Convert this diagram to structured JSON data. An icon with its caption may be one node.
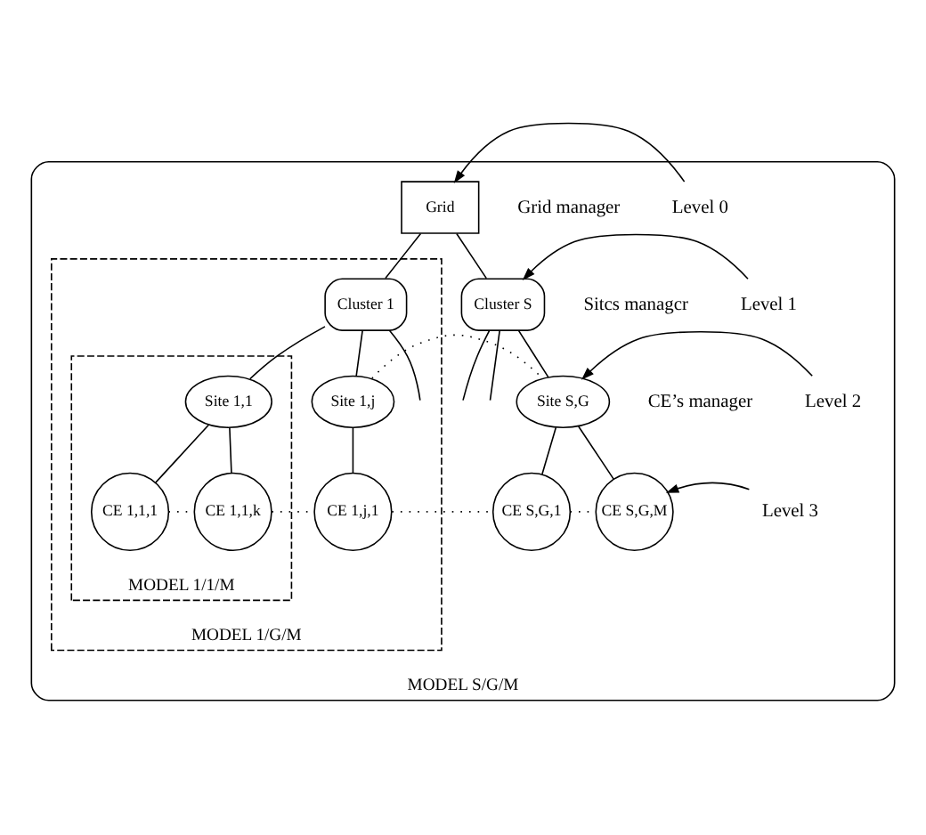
{
  "diagram": {
    "nodes": [
      {
        "text": [
          "MODEL S/G/M"
        ]
      },
      {
        "text": [
          "MODEL 1/G/M"
        ],
        "in": 0
      },
      {
        "text": [
          "MODEL 1/1/M"
        ],
        "in": 1
      },
      {
        "text": [
          "Grid"
        ],
        "in": 0
      },
      {
        "text": [
          "Cluster 1"
        ],
        "in": 1
      },
      {
        "text": [
          "Cluster S"
        ],
        "in": 0
      },
      {
        "text": [
          "Site 1,1"
        ],
        "in": 2
      },
      {
        "text": [
          "Site 1,j"
        ],
        "in": 1
      },
      {
        "text": [
          "Site S,G"
        ],
        "in": 0
      },
      {
        "text": [
          "CE 1,1,1"
        ],
        "in": 2
      },
      {
        "text": [
          "CE 1,1,k"
        ],
        "in": 2
      },
      {
        "text": [
          "CE 1,j,1"
        ],
        "in": 1
      },
      {
        "text": [
          "CE S,G,1"
        ],
        "in": 0
      },
      {
        "text": [
          "CE S,G,M"
        ],
        "in": 0
      },
      {
        "text": [
          "Level 0"
        ],
        "in": 0
      },
      {
        "text": [
          "Level 1"
        ],
        "in": 0
      },
      {
        "text": [
          "Level 2"
        ],
        "in": 0
      },
      {
        "text": [
          "Level 3"
        ],
        "in": 0
      }
    ],
    "edges": [
      {
        "from": 3,
        "to": 4,
        "arrow": "none"
      },
      {
        "from": 3,
        "to": 5,
        "arrow": "none"
      },
      {
        "from": 4,
        "to": 6,
        "arrow": "none"
      },
      {
        "from": 4,
        "to": 7,
        "arrow": "none"
      },
      {
        "from": 4,
        "to": null,
        "arrow": "none"
      },
      {
        "from": 5,
        "to": null,
        "arrow": "none"
      },
      {
        "from": 5,
        "to": null,
        "arrow": "none"
      },
      {
        "from": 5,
        "to": 8,
        "arrow": "none"
      },
      {
        "from": 6,
        "to": 9,
        "arrow": "none"
      },
      {
        "from": 6,
        "to": 10,
        "arrow": "none"
      },
      {
        "from": 7,
        "to": 11,
        "arrow": "none"
      },
      {
        "from": 8,
        "to": 12,
        "arrow": "none"
      },
      {
        "from": 8,
        "to": 13,
        "arrow": "none"
      },
      {
        "from": 7,
        "to": 8,
        "arrow": "none",
        "style": "dashed"
      },
      {
        "from": 9,
        "to": 10,
        "arrow": "none",
        "style": "dashed"
      },
      {
        "from": 10,
        "to": 11,
        "arrow": "none",
        "style": "dashed"
      },
      {
        "from": 11,
        "to": 12,
        "arrow": "none",
        "style": "dashed"
      },
      {
        "from": 12,
        "to": 13,
        "arrow": "none",
        "style": "dashed"
      },
      {
        "from": 14,
        "to": 3,
        "arrow": "to"
      },
      {
        "from": 15,
        "to": 5,
        "arrow": "to"
      },
      {
        "from": 16,
        "to": 8,
        "arrow": "to"
      },
      {
        "from": 17,
        "to": 13,
        "arrow": "to"
      }
    ],
    "labels": [
      "Grid manager",
      "Sitcs managcr",
      "CE’s manager"
    ]
  }
}
